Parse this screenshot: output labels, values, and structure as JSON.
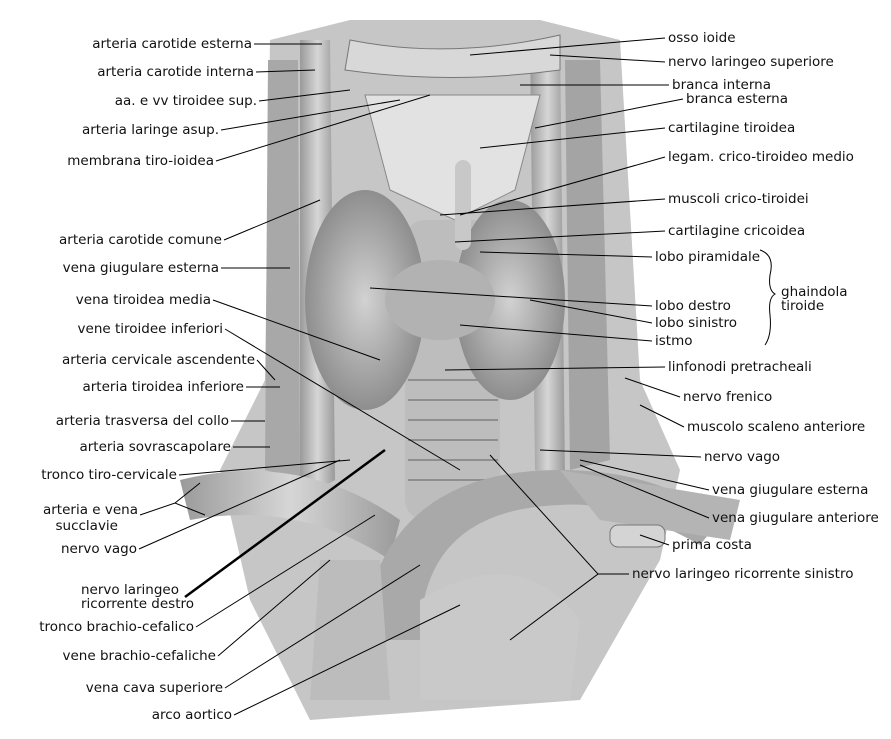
{
  "left_labels": [
    "arteria carotide esterna",
    "arteria carotide interna",
    "aa. e vv tiroidee sup.",
    "arteria laringe asup.",
    "membrana tiro-ioidea",
    "arteria carotide comune",
    "vena giugulare esterna",
    "vena tiroidea media",
    "vene tiroidee inferiori",
    "arteria cervicale ascendente",
    "arteria tiroidea inferiore",
    "arteria trasversa del collo",
    "arteria sovrascapolare",
    "tronco tiro-cervicale",
    "arteria e vena",
    "succlavie",
    "nervo vago",
    "nervo laringeo",
    "ricorrente destro",
    "tronco brachio-cefalico",
    "vene brachio-cefaliche",
    "vena cava superiore",
    "arco aortico"
  ],
  "right_labels": [
    "osso ioide",
    "nervo laringeo superiore",
    "branca interna",
    "branca esterna",
    "cartilagine tiroidea",
    "legam. crico-tiroideo medio",
    "muscoli crico-tiroidei",
    "cartilagine cricoidea",
    "lobo piramidale",
    "lobo destro",
    "lobo sinistro",
    "istmo",
    "linfonodi pretracheali",
    "nervo frenico",
    "muscolo scaleno anteriore",
    "nervo vago",
    "vena giugulare esterna",
    "vena giugulare anteriore",
    "prima costa",
    "nervo laringeo ricorrente sinistro"
  ],
  "group_label": [
    "ghaindola",
    "tiroide"
  ],
  "colors": {
    "tissue": "#b8b8b8",
    "dark": "#8a8a8a",
    "light": "#dcdcdc",
    "line": "#000000"
  }
}
